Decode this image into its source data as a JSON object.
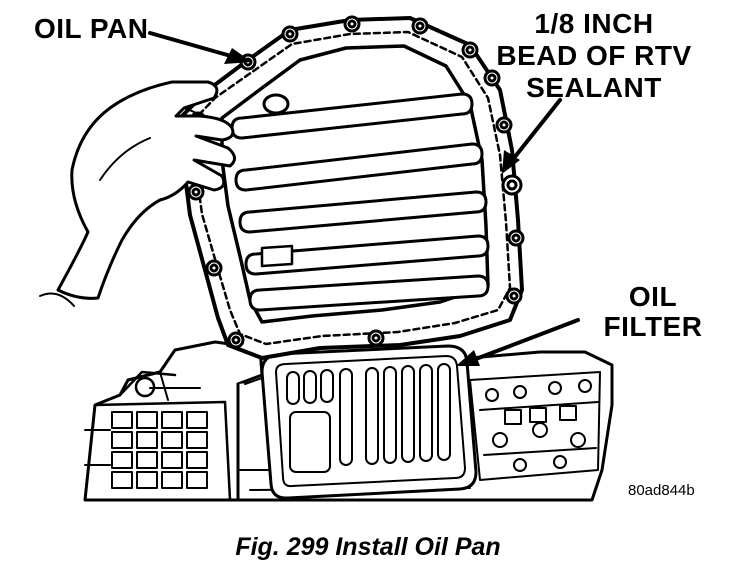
{
  "labels": {
    "oil_pan": "OIL PAN",
    "sealant": [
      "1/8 INCH",
      "BEAD OF RTV",
      "SEALANT"
    ],
    "oil_filter": [
      "OIL",
      "FILTER"
    ]
  },
  "figure_code": "80ad844b",
  "caption": "Fig. 299 Install Oil Pan",
  "colors": {
    "ink": "#000000",
    "paper": "#ffffff"
  }
}
